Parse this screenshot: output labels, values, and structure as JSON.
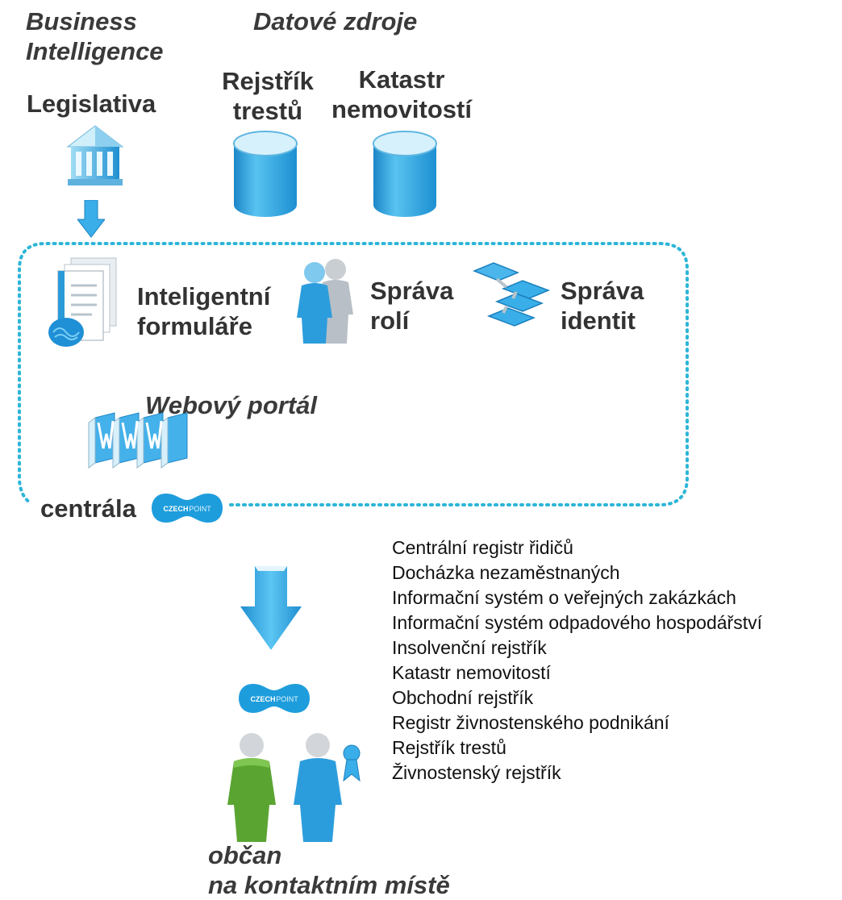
{
  "headers": {
    "bi_line1": "Business",
    "bi_line2": "Intelligence",
    "data_sources": "Datové zdroje"
  },
  "top": {
    "legislation": "Legislativa",
    "db1_line1": "Rejstřík",
    "db1_line2": "trestů",
    "db2_line1": "Katastr",
    "db2_line2": "nemovitostí"
  },
  "components": {
    "forms_line1": "Inteligentní",
    "forms_line2": "formuláře",
    "roles_line1": "Správa",
    "roles_line2": "rolí",
    "identity_line1": "Správa",
    "identity_line2": "identit",
    "portal": "Webový portál",
    "central": "centrála"
  },
  "badge": {
    "left": "CZECH",
    "right": "POINT"
  },
  "registries": [
    "Centrální registr řidičů",
    "Docházka nezaměstnaných",
    "Informační systém o veřejných zakázkách",
    "Informační systém odpadového hospodářství",
    "Insolvenční rejstřík",
    "Katastr nemovitostí",
    "Obchodní rejstřík",
    "Registr živnostenského podnikání",
    "Rejstřík trestů",
    "Živnostenský rejstřík"
  ],
  "citizen": {
    "line1": "občan",
    "line2": "na kontaktním místě"
  },
  "colors": {
    "accent_blue": "#29a3dd",
    "dotted_border": "#2db5d8",
    "citizen_green": "#5aa532"
  }
}
